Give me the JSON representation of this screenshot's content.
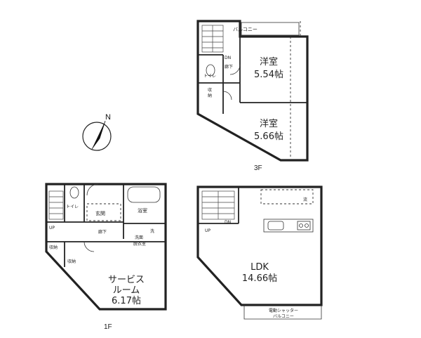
{
  "floor3": {
    "label": "3F",
    "balcony": "バルコニー",
    "room1_name": "洋室",
    "room1_size": "5.54帖",
    "room2_name": "洋室",
    "room2_size": "5.66帖",
    "toilet": "トイレ",
    "hall": "廊下",
    "storage_line1": "収",
    "storage_line2": "納",
    "stair_dn": "DN"
  },
  "floor2": {
    "ldk_name": "LDK",
    "ldk_size": "14.66帖",
    "balcony_line1": "電動シャッター",
    "balcony_line2": "バルコニー",
    "stair_up": "UP",
    "stair_dn": "DN",
    "sink": "流"
  },
  "floor1": {
    "label": "1F",
    "toilet": "トイレ",
    "entrance": "玄関",
    "bath": "浴室",
    "hall": "廊下",
    "wash_line1": "洗面",
    "wash_line2": "脱衣室",
    "washer": "洗",
    "storage_small": "収納",
    "storage": "収納",
    "service_line1": "サービス",
    "service_line2": "ルーム",
    "service_size": "6.17帖",
    "stair_up": "UP"
  },
  "compass": {
    "north": "N"
  }
}
